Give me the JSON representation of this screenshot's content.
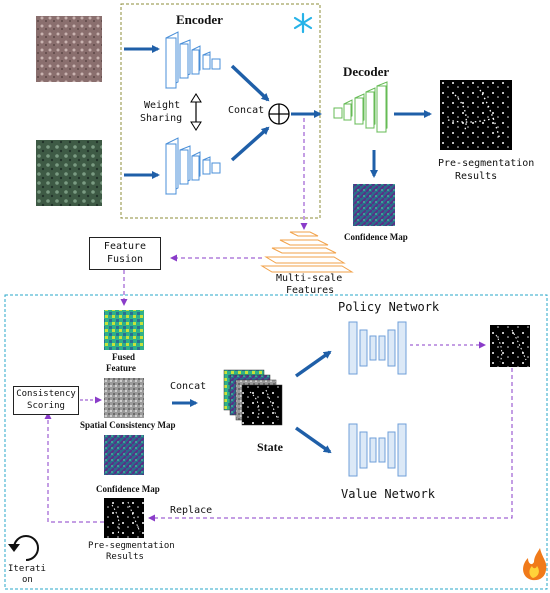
{
  "labels": {
    "encoder": "Encoder",
    "decoder": "Decoder",
    "weight_sharing_1": "Weight",
    "weight_sharing_2": "Sharing",
    "concat_top": "Concat",
    "pre_seg_top_1": "Pre-segmentation",
    "pre_seg_top_2": "Results",
    "confidence_map_top": "Confidence Map",
    "feature_fusion_1": "Feature",
    "feature_fusion_2": "Fusion",
    "multiscale_1": "Multi-scale",
    "multiscale_2": "Features",
    "policy_network": "Policy Network",
    "value_network": "Value Network",
    "fused_feature_1": "Fused",
    "fused_feature_2": "Feature",
    "consistency_scoring_1": "Consistency",
    "consistency_scoring_2": "Scoring",
    "spatial_consistency_map": "Spatial Consistency Map",
    "concat_bottom": "Concat",
    "state": "State",
    "confidence_map_bottom": "Confidence Map",
    "replace": "Replace",
    "pre_seg_bottom_1": "Pre-segmentation",
    "pre_seg_bottom_2": "Results",
    "iteration_1": "Iterati",
    "iteration_2": "on"
  },
  "colors": {
    "blue_arrow": "#1f5fa8",
    "purple_dashed": "#8a3cc9",
    "top_frame": "#8c8c3a",
    "bottom_frame": "#2aa7c9",
    "encoder_block": "#4a8fd8",
    "decoder_block": "#66bb55",
    "multiscale_block": "#f2a24a",
    "network_block": "#6f9fd8",
    "snowflake": "#27b3e8",
    "fire": "#f07a1a"
  },
  "icons": [
    "snowflake-icon",
    "fire-icon",
    "circular-arrow-icon",
    "circle-plus-icon",
    "double-arrow-icon"
  ]
}
